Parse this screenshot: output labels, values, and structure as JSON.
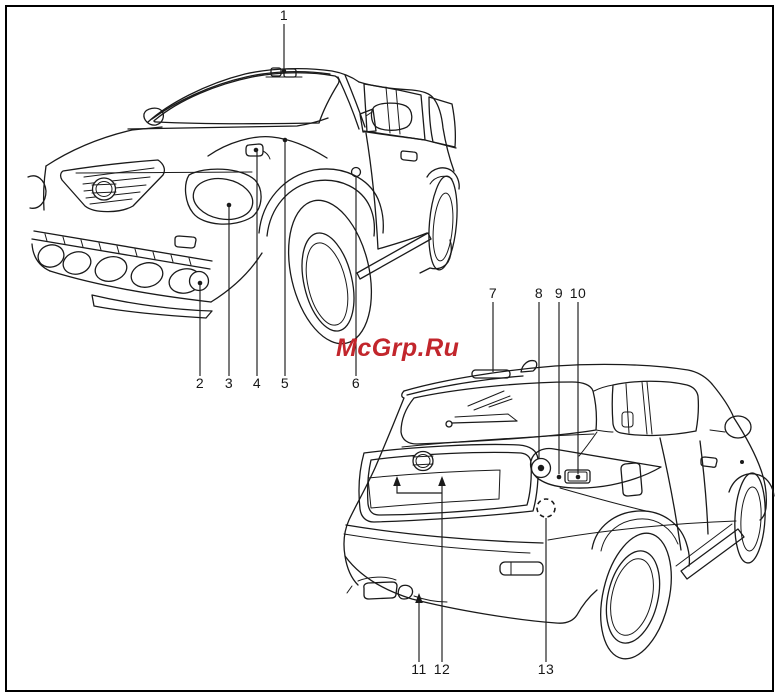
{
  "watermark": {
    "text": "McGrp.Ru",
    "color": "#c2262c"
  },
  "colors": {
    "line": "#1a1a1a",
    "background": "#ffffff",
    "border": "#000000",
    "watermark": "#c2262c"
  },
  "callouts": [
    {
      "label": "1",
      "view": "front"
    },
    {
      "label": "2",
      "view": "front"
    },
    {
      "label": "3",
      "view": "front"
    },
    {
      "label": "4",
      "view": "front"
    },
    {
      "label": "5",
      "view": "front"
    },
    {
      "label": "6",
      "view": "front"
    },
    {
      "label": "7",
      "view": "rear"
    },
    {
      "label": "8",
      "view": "rear"
    },
    {
      "label": "9",
      "view": "rear"
    },
    {
      "label": "10",
      "view": "rear"
    },
    {
      "label": "11",
      "view": "rear"
    },
    {
      "label": "12",
      "view": "rear"
    },
    {
      "label": "13",
      "view": "rear"
    }
  ]
}
